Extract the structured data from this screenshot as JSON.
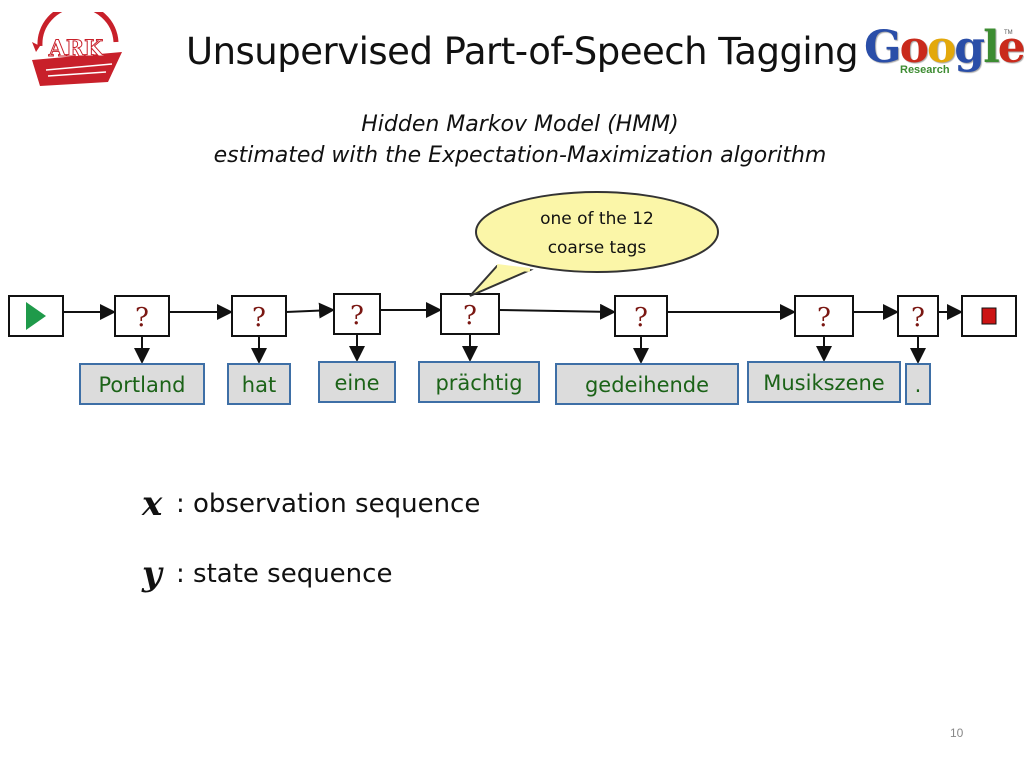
{
  "slide": {
    "title": "Unsupervised Part-of-Speech Tagging",
    "subtitle_line1": "Hidden Markov Model (HMM)",
    "subtitle_line2": "estimated with the Expectation-Maximization algorithm",
    "page_number": "10"
  },
  "logos": {
    "ark": {
      "text": "ARK",
      "color": "#c8202a"
    },
    "google": {
      "letters": [
        {
          "char": "G",
          "color": "#2a4ea8"
        },
        {
          "char": "o",
          "color": "#c92a1c"
        },
        {
          "char": "o",
          "color": "#e3a80b"
        },
        {
          "char": "g",
          "color": "#2a4ea8"
        },
        {
          "char": "l",
          "color": "#3d8c32"
        },
        {
          "char": "e",
          "color": "#c92a1c"
        }
      ],
      "sub": "Research",
      "tm": "TM"
    }
  },
  "diagram": {
    "start_color": "#1f9a4a",
    "end_color": "#cc1414",
    "state_label": "?",
    "callout": {
      "line1": "one of the 12",
      "line2": "coarse tags",
      "fill": "#fbf6a8"
    },
    "words": [
      "Portland",
      "hat",
      "eine",
      "prächtig",
      "gedeihende",
      "Musikszene",
      "."
    ],
    "word_fill": "#dcdcdc",
    "word_border": "#3e6fa6",
    "word_color": "#1c6318",
    "state_color": "#7a1712"
  },
  "legend": [
    {
      "symbol": "x",
      "text": ": observation sequence"
    },
    {
      "symbol": "y",
      "text": ": state sequence"
    }
  ]
}
